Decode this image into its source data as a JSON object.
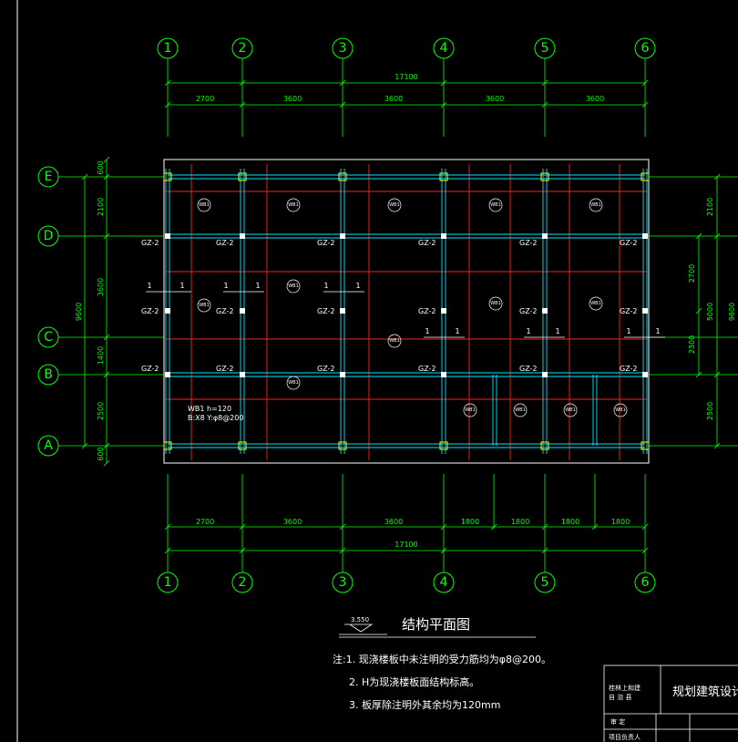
{
  "drawing": {
    "title": "结构平面图",
    "elevation": "3.550",
    "axes_x": [
      "1",
      "2",
      "3",
      "4",
      "5",
      "6"
    ],
    "axes_y": [
      "E",
      "D",
      "C",
      "B",
      "A"
    ],
    "top_dims": {
      "total": "17100",
      "spans": [
        "2700",
        "3600",
        "3600",
        "3600",
        "3600"
      ]
    },
    "bottom_dims": {
      "total": "17100",
      "spans": [
        "2700",
        "3600",
        "3600",
        "1800",
        "1800",
        "1800",
        "1800"
      ]
    },
    "left_dims": {
      "total": "9600",
      "spans": [
        "600",
        "2100",
        "3600",
        "1400",
        "2500",
        "600"
      ]
    },
    "right_dims": {
      "total": "9600",
      "outer": [
        "2100",
        "5000",
        "2500"
      ],
      "inner": [
        "2700",
        "2300"
      ]
    },
    "column_label": "GZ-2",
    "slab_label": "WB1",
    "section_label": "1",
    "slab_note": {
      "line1": "WB1  h=120",
      "line2": "B:X8 Y:φ8@200"
    },
    "notes": [
      "注:1. 现浇楼板中未注明的受力筋均为φ8@200。",
      "2. H为现浇楼板面结构标高。",
      "3. 板厚除注明外其余均为120mm"
    ],
    "title_block": {
      "company_line1": "桂林上和建",
      "company_line2": "自 治 县",
      "project": "规划建筑设计",
      "row1": "审  定",
      "row2": "项目负责人"
    }
  },
  "colors": {
    "background": "#000000",
    "axis": "#00ff00",
    "beam": "#00ffff",
    "rebar": "#ff0000",
    "outline": "#ffffff",
    "column": "#ffff00"
  }
}
